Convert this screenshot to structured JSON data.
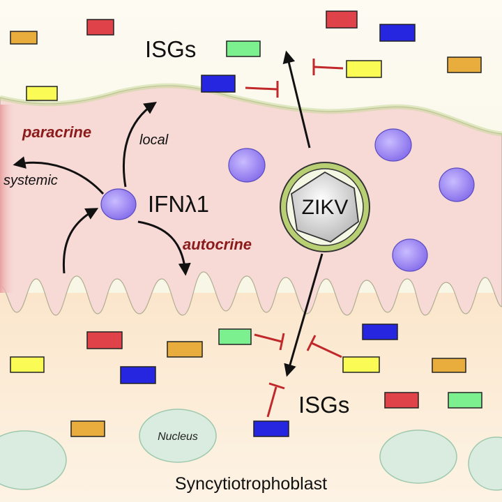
{
  "labels": {
    "isgs_top": "ISGs",
    "isgs_bottom": "ISGs",
    "paracrine": "paracrine",
    "local": "local",
    "systemic": "systemic",
    "ifn": "IFNλ1",
    "autocrine": "autocrine",
    "zikv": "ZIKV",
    "nucleus": "Nucleus",
    "cell": "Syncytiotrophoblast"
  },
  "colors": {
    "outer_top": "#fbf8e8",
    "cell_fill": "#f7d9d6",
    "lower_fill": "#fbe9d1",
    "membrane_edge": "#c8d89a",
    "inhibitor": "#c0282a",
    "ifn_purple": "#9d8cf0",
    "virus_shell": "#b9cf74",
    "nucleus": "#d9ecdf"
  }
}
